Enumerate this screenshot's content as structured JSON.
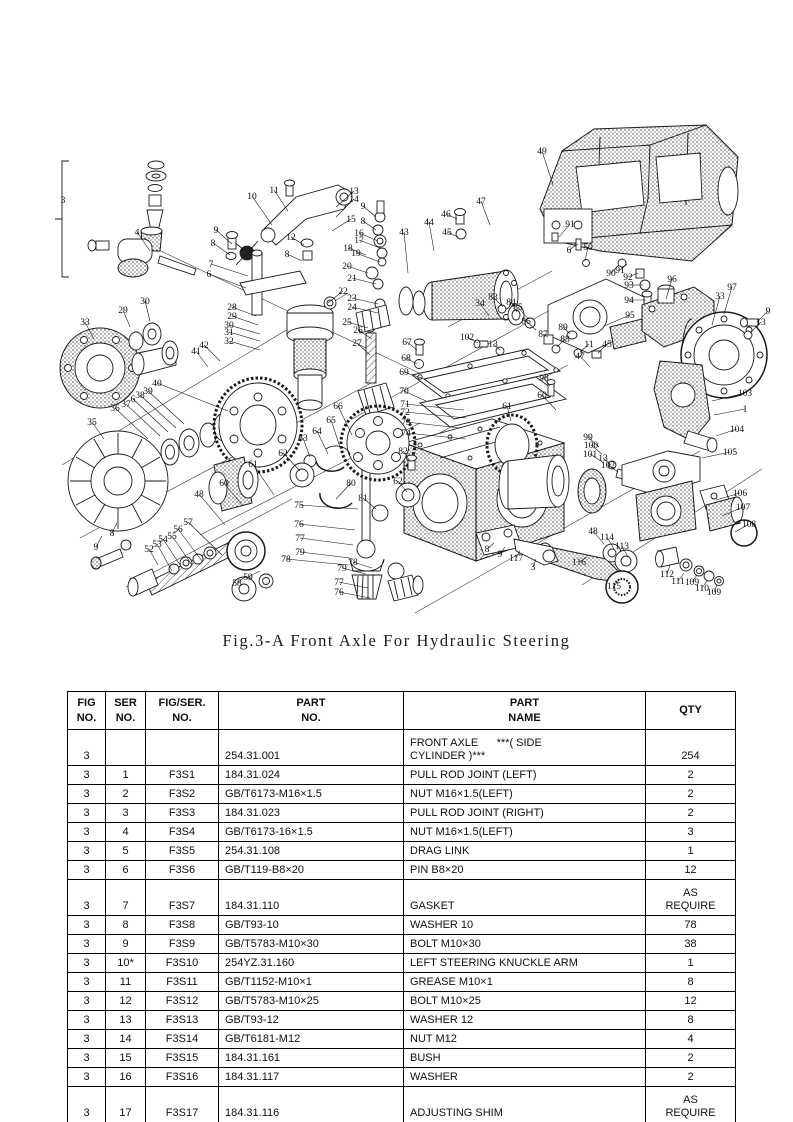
{
  "figure": {
    "caption": "Fig.3-A Front Axle For Hydraulic Steering",
    "callouts": [
      [
        "3",
        63,
        90
      ],
      [
        "4",
        137,
        122,
        150,
        138
      ],
      [
        "9",
        216,
        120,
        232,
        131
      ],
      [
        "8",
        213,
        133,
        230,
        142
      ],
      [
        "7",
        211,
        154,
        248,
        163
      ],
      [
        "6",
        209,
        164,
        246,
        175
      ],
      [
        "10",
        252,
        86,
        272,
        112
      ],
      [
        "11",
        274,
        80,
        288,
        98
      ],
      [
        "13",
        354,
        81,
        336,
        94
      ],
      [
        "14",
        354,
        89,
        336,
        104
      ],
      [
        "15",
        351,
        109,
        332,
        118
      ],
      [
        "12",
        291,
        127,
        304,
        132
      ],
      [
        "8",
        287,
        144,
        302,
        148
      ],
      [
        "9",
        363,
        96,
        376,
        104
      ],
      [
        "8",
        363,
        111,
        376,
        117
      ],
      [
        "16",
        359,
        123,
        378,
        128
      ],
      [
        "17",
        359,
        130,
        380,
        135
      ],
      [
        "18",
        348,
        138,
        366,
        142
      ],
      [
        "19",
        356,
        143,
        380,
        149
      ],
      [
        "20",
        347,
        156,
        368,
        160
      ],
      [
        "21",
        352,
        168,
        376,
        171
      ],
      [
        "22",
        343,
        181,
        328,
        190
      ],
      [
        "23",
        352,
        188,
        378,
        191
      ],
      [
        "24",
        352,
        197,
        378,
        200
      ],
      [
        "25",
        347,
        212,
        368,
        215
      ],
      [
        "26",
        358,
        220,
        372,
        226
      ],
      [
        "27",
        357,
        233,
        370,
        242
      ],
      [
        "28",
        232,
        197,
        256,
        203
      ],
      [
        "29",
        232,
        206,
        258,
        212
      ],
      [
        "30",
        229,
        215,
        260,
        221
      ],
      [
        "31",
        229,
        222,
        260,
        228
      ],
      [
        "32",
        229,
        231,
        260,
        237
      ],
      [
        "29",
        123,
        200,
        130,
        214
      ],
      [
        "30",
        145,
        191,
        150,
        208
      ],
      [
        "33",
        85,
        212,
        94,
        226
      ],
      [
        "41",
        196,
        241,
        208,
        254
      ],
      [
        "42",
        204,
        235,
        220,
        248
      ],
      [
        "43",
        404,
        122,
        408,
        160
      ],
      [
        "35",
        92,
        312,
        104,
        326
      ],
      [
        "36",
        115,
        298,
        148,
        326
      ],
      [
        "37",
        126,
        294,
        160,
        323
      ],
      [
        "6",
        133,
        289,
        168,
        319
      ],
      [
        "38",
        140,
        285,
        176,
        315
      ],
      [
        "39",
        148,
        281,
        184,
        311
      ],
      [
        "40",
        157,
        273,
        228,
        298
      ],
      [
        "8",
        112,
        423,
        117,
        410
      ],
      [
        "9",
        96,
        437,
        102,
        423
      ],
      [
        "48",
        199,
        384,
        225,
        412
      ],
      [
        "52",
        149,
        439,
        158,
        452
      ],
      [
        "53",
        157,
        434,
        172,
        458
      ],
      [
        "54",
        163,
        429,
        182,
        455
      ],
      [
        "55",
        172,
        426,
        192,
        452
      ],
      [
        "56",
        178,
        419,
        202,
        448
      ],
      [
        "57",
        188,
        412,
        222,
        442
      ],
      [
        "58",
        237,
        473,
        246,
        463
      ],
      [
        "59",
        248,
        467,
        260,
        458
      ],
      [
        "60",
        224,
        373,
        242,
        392
      ],
      [
        "61",
        253,
        354,
        274,
        382
      ],
      [
        "62",
        283,
        343,
        300,
        358
      ],
      [
        "63",
        303,
        328,
        310,
        344
      ],
      [
        "64",
        317,
        321,
        328,
        341
      ],
      [
        "65",
        331,
        310,
        340,
        334
      ],
      [
        "66",
        338,
        296,
        352,
        322
      ],
      [
        "75",
        299,
        395,
        358,
        396
      ],
      [
        "76",
        299,
        414,
        355,
        417
      ],
      [
        "77",
        300,
        428,
        353,
        432
      ],
      [
        "79",
        300,
        442,
        350,
        445
      ],
      [
        "78",
        286,
        449,
        348,
        452
      ],
      [
        "79",
        342,
        458,
        366,
        461
      ],
      [
        "78",
        353,
        452,
        372,
        455
      ],
      [
        "77",
        339,
        472,
        368,
        475
      ],
      [
        "76",
        339,
        482,
        370,
        485
      ],
      [
        "80",
        351,
        373,
        336,
        386
      ],
      [
        "67",
        407,
        232,
        417,
        237
      ],
      [
        "68",
        406,
        248,
        417,
        251
      ],
      [
        "69",
        404,
        262,
        424,
        266
      ],
      [
        "70",
        404,
        281,
        426,
        288
      ],
      [
        "71",
        405,
        294,
        464,
        297
      ],
      [
        "72",
        405,
        302,
        466,
        305
      ],
      [
        "73",
        406,
        312,
        460,
        315
      ],
      [
        "74",
        406,
        323,
        466,
        326
      ],
      [
        "82",
        403,
        341,
        410,
        348
      ],
      [
        "62",
        398,
        371,
        407,
        379
      ],
      [
        "81",
        363,
        388,
        376,
        396
      ],
      [
        "49",
        542,
        41,
        553,
        72
      ],
      [
        "47",
        481,
        91,
        490,
        112
      ],
      [
        "46",
        446,
        104,
        457,
        106
      ],
      [
        "45",
        447,
        122,
        458,
        124
      ],
      [
        "44",
        429,
        112,
        434,
        138
      ],
      [
        "91",
        570,
        114,
        559,
        124
      ],
      [
        "6",
        569,
        140,
        578,
        131
      ],
      [
        "50",
        588,
        137,
        585,
        148
      ],
      [
        "90",
        611,
        163,
        619,
        152
      ],
      [
        "91",
        620,
        160,
        627,
        151
      ],
      [
        "92",
        628,
        167,
        638,
        160
      ],
      [
        "93",
        629,
        175,
        643,
        172
      ],
      [
        "94",
        629,
        190,
        646,
        187
      ],
      [
        "95",
        630,
        205,
        604,
        213
      ],
      [
        "96",
        672,
        169,
        666,
        186
      ],
      [
        "97",
        732,
        177,
        724,
        201
      ],
      [
        "33",
        720,
        186,
        712,
        212
      ],
      [
        "9",
        768,
        201,
        757,
        209
      ],
      [
        "13",
        761,
        212,
        750,
        220
      ],
      [
        "83",
        493,
        187,
        503,
        194
      ],
      [
        "84",
        511,
        192,
        517,
        199
      ],
      [
        "85",
        518,
        197,
        528,
        206
      ],
      [
        "86",
        526,
        211,
        536,
        217
      ],
      [
        "87",
        543,
        224,
        548,
        224
      ],
      [
        "34",
        480,
        193,
        489,
        203
      ],
      [
        "102",
        467,
        227,
        478,
        230
      ],
      [
        "13",
        493,
        234,
        500,
        237
      ],
      [
        "88",
        565,
        229,
        557,
        234
      ],
      [
        "11",
        589,
        234,
        580,
        239
      ],
      [
        "45",
        607,
        234,
        598,
        240
      ],
      [
        "89",
        563,
        217,
        570,
        221
      ],
      [
        "98",
        544,
        268,
        550,
        273
      ],
      [
        "60",
        542,
        285,
        556,
        297
      ],
      [
        "61",
        507,
        296,
        511,
        308
      ],
      [
        "47",
        580,
        246,
        590,
        254
      ],
      [
        "99",
        588,
        327,
        599,
        334
      ],
      [
        "100",
        591,
        335,
        602,
        341
      ],
      [
        "101",
        590,
        344,
        604,
        350
      ],
      [
        "13",
        603,
        348,
        611,
        352
      ],
      [
        "102",
        608,
        355,
        618,
        359
      ],
      [
        "103",
        745,
        283,
        712,
        288
      ],
      [
        "1",
        745,
        299,
        714,
        302
      ],
      [
        "104",
        737,
        319,
        716,
        323
      ],
      [
        "105",
        730,
        342,
        702,
        345
      ],
      [
        "106",
        740,
        383,
        716,
        387
      ],
      [
        "107",
        743,
        397,
        722,
        403
      ],
      [
        "108",
        749,
        414,
        735,
        419
      ],
      [
        "48",
        593,
        421,
        604,
        431
      ],
      [
        "114",
        607,
        427,
        614,
        436
      ],
      [
        "113",
        622,
        436,
        628,
        444
      ],
      [
        "116",
        579,
        452,
        587,
        444
      ],
      [
        "115",
        614,
        476,
        620,
        466
      ],
      [
        "112",
        667,
        464,
        670,
        452
      ],
      [
        "111",
        678,
        471,
        684,
        460
      ],
      [
        "109",
        692,
        472,
        697,
        462
      ],
      [
        "110",
        702,
        478,
        707,
        468
      ],
      [
        "109",
        714,
        482,
        717,
        472
      ],
      [
        "8",
        487,
        439,
        494,
        430
      ],
      [
        "9",
        500,
        444,
        505,
        434
      ],
      [
        "117",
        516,
        448,
        520,
        438
      ],
      [
        "3",
        533,
        457,
        536,
        446
      ]
    ]
  },
  "table": {
    "headers": [
      "FIG\nNO.",
      "SER\nNO.",
      "FIG/SER.\nNO.",
      "PART\nNO.",
      "PART\nNAME",
      "QTY"
    ],
    "rows": [
      {
        "fig": "3",
        "ser": "",
        "figser": "",
        "part_no": "254.31.001",
        "part_name": "FRONT AXLE      ***( SIDE\nCYLINDER )***",
        "qty": "254",
        "tall": true
      },
      {
        "fig": "3",
        "ser": "1",
        "figser": "F3S1",
        "part_no": "184.31.024",
        "part_name": "PULL ROD JOINT (LEFT)",
        "qty": "2"
      },
      {
        "fig": "3",
        "ser": "2",
        "figser": "F3S2",
        "part_no": "GB/T6173-M16×1.5",
        "part_name": "NUT M16×1.5(LEFT)",
        "qty": "2"
      },
      {
        "fig": "3",
        "ser": "3",
        "figser": "F3S3",
        "part_no": "184.31.023",
        "part_name": "PULL ROD JOINT (RIGHT)",
        "qty": "2"
      },
      {
        "fig": "3",
        "ser": "4",
        "figser": "F3S4",
        "part_no": "GB/T6173-16×1.5",
        "part_name": "NUT M16×1.5(LEFT)",
        "qty": "3"
      },
      {
        "fig": "3",
        "ser": "5",
        "figser": "F3S5",
        "part_no": "254.31.108",
        "part_name": "DRAG LINK",
        "qty": "1"
      },
      {
        "fig": "3",
        "ser": "6",
        "figser": "F3S6",
        "part_no": "GB/T119-B8×20",
        "part_name": "PIN B8×20",
        "qty": "12"
      },
      {
        "fig": "3",
        "ser": "7",
        "figser": "F3S7",
        "part_no": "184.31.110",
        "part_name": "GASKET",
        "qty": "AS\nREQUIRE",
        "tall": true
      },
      {
        "fig": "3",
        "ser": "8",
        "figser": "F3S8",
        "part_no": "GB/T93-10",
        "part_name": "WASHER 10",
        "qty": "78"
      },
      {
        "fig": "3",
        "ser": "9",
        "figser": "F3S9",
        "part_no": "GB/T5783-M10×30",
        "part_name": "BOLT M10×30",
        "qty": "38"
      },
      {
        "fig": "3",
        "ser": "10*",
        "figser": "F3S10",
        "part_no": "254YZ.31.160",
        "part_name": "LEFT STEERING KNUCKLE ARM",
        "qty": "1"
      },
      {
        "fig": "3",
        "ser": "11",
        "figser": "F3S11",
        "part_no": "GB/T1152-M10×1",
        "part_name": "GREASE M10×1",
        "qty": "8"
      },
      {
        "fig": "3",
        "ser": "12",
        "figser": "F3S12",
        "part_no": "GB/T5783-M10×25",
        "part_name": "BOLT M10×25",
        "qty": "12"
      },
      {
        "fig": "3",
        "ser": "13",
        "figser": "F3S13",
        "part_no": "GB/T93-12",
        "part_name": "WASHER 12",
        "qty": "8"
      },
      {
        "fig": "3",
        "ser": "14",
        "figser": "F3S14",
        "part_no": "GB/T6181-M12",
        "part_name": "NUT M12",
        "qty": "4"
      },
      {
        "fig": "3",
        "ser": "15",
        "figser": "F3S15",
        "part_no": "184.31.161",
        "part_name": "BUSH",
        "qty": "2"
      },
      {
        "fig": "3",
        "ser": "16",
        "figser": "F3S16",
        "part_no": "184.31.117",
        "part_name": "WASHER",
        "qty": "2"
      },
      {
        "fig": "3",
        "ser": "17",
        "figser": "F3S17",
        "part_no": "184.31.116",
        "part_name": "ADJUSTING SHIM",
        "qty": "AS\nREQUIRE",
        "tall": true
      }
    ]
  }
}
